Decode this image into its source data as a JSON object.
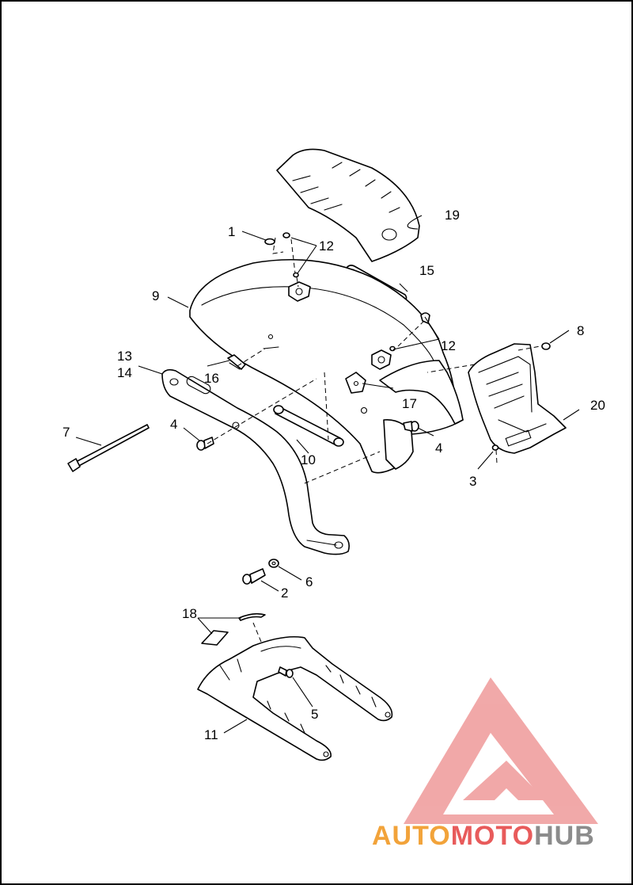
{
  "callouts": {
    "c1": "1",
    "c2": "2",
    "c3": "3",
    "c4a": "4",
    "c4b": "4",
    "c5": "5",
    "c6": "6",
    "c7": "7",
    "c8": "8",
    "c9": "9",
    "c10": "10",
    "c11": "11",
    "c12a": "12",
    "c12b": "12",
    "c13": "13",
    "c14": "14",
    "c15": "15",
    "c16": "16",
    "c17": "17",
    "c18": "18",
    "c19": "19",
    "c20": "20"
  },
  "watermark": {
    "part1": "AUTO",
    "part2": "MOTO",
    "part3": "HUB",
    "colors": {
      "orange": "#f2a33a",
      "red": "#e85b5b",
      "gray": "#8c8c8c",
      "triangle": "#ef9a9a"
    }
  }
}
